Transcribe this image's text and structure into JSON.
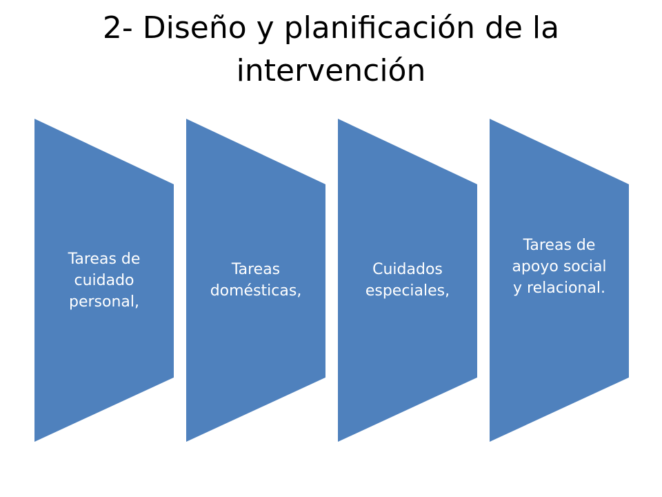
{
  "title": {
    "line1": "2- Diseño y planificación de la",
    "line2": "intervención"
  },
  "colors": {
    "shape_fill": "#4F81BD",
    "shape_text": "#FFFFFF",
    "title_text": "#000000"
  },
  "steps": [
    {
      "label": "Tareas de cuidado personal,"
    },
    {
      "label": "Tareas domésticas,"
    },
    {
      "label": "Cuidados especiales,"
    },
    {
      "label": "Tareas de apoyo social y relacional."
    }
  ]
}
